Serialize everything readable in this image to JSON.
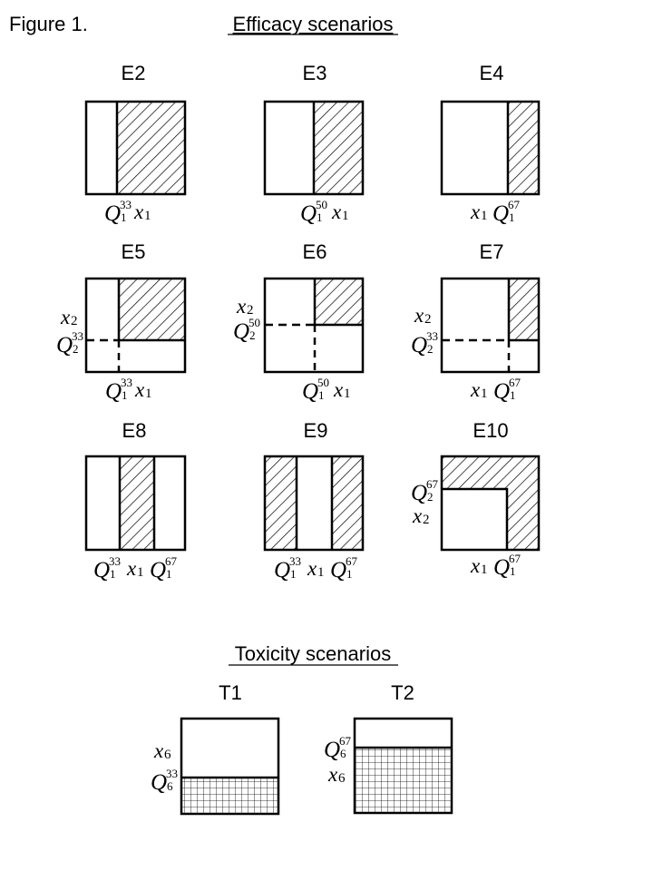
{
  "figure_label": "Figure 1.",
  "efficacy": {
    "title": "Efficacy scenarios",
    "panels": [
      {
        "id": "E2",
        "label": "E2"
      },
      {
        "id": "E3",
        "label": "E3"
      },
      {
        "id": "E4",
        "label": "E4"
      },
      {
        "id": "E5",
        "label": "E5"
      },
      {
        "id": "E6",
        "label": "E6"
      },
      {
        "id": "E7",
        "label": "E7"
      },
      {
        "id": "E8",
        "label": "E8"
      },
      {
        "id": "E9",
        "label": "E9"
      },
      {
        "id": "E10",
        "label": "E10"
      }
    ]
  },
  "toxicity": {
    "title": "Toxicity scenarios",
    "panels": [
      {
        "id": "T1",
        "label": "T1"
      },
      {
        "id": "T2",
        "label": "T2"
      }
    ]
  },
  "symbols": {
    "Q": "Q",
    "x1": "x",
    "x2": "x",
    "x6": "x",
    "sub1": "1",
    "sub2": "2",
    "sub6": "6",
    "p33": "33",
    "p50": "50",
    "p67": "67"
  }
}
